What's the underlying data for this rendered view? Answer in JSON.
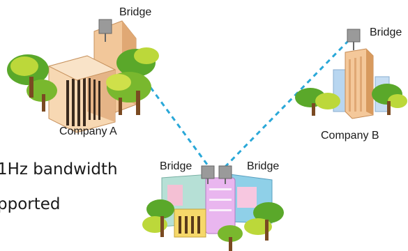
{
  "labels": {
    "bridge_a": "Bridge",
    "bridge_b": "Bridge",
    "bridge_center_left": "Bridge",
    "bridge_center_right": "Bridge",
    "company_a": "Company A",
    "company_b": "Company B"
  },
  "body_text": {
    "line1": "1Hz bandwidth",
    "line2": "pported"
  },
  "colors": {
    "link": "#2aa8d8",
    "bridge_device": "#9a9a9a",
    "tree_green": "#5aa82a",
    "tree_light": "#bcd83a"
  }
}
